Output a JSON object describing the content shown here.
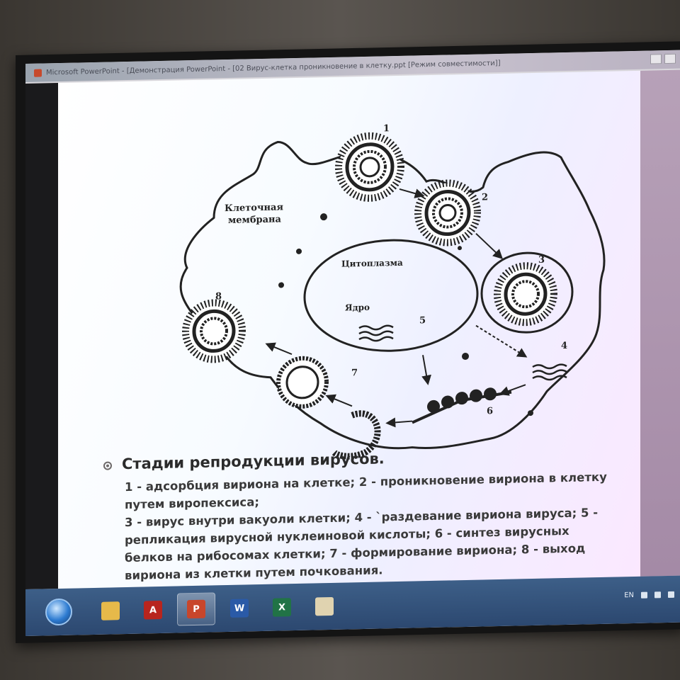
{
  "window": {
    "title": "Microsoft PowerPoint - [Демонстрация PowerPoint - [02 Вирус-клетка проникновение в клетку.ppt [Режим совместимости]]"
  },
  "diagram": {
    "labels": {
      "membrane": [
        "Клеточная",
        "мембрана"
      ],
      "cytoplasm": "Цитоплазма",
      "nucleus": "Ядро"
    },
    "stage_numbers": [
      "1",
      "2",
      "3",
      "4",
      "5",
      "6",
      "7",
      "8"
    ]
  },
  "slide": {
    "heading": "Стадии репродукции вирусов.",
    "lines": [
      "1 - адсорбция вириона на клетке; 2 - проникновение вириона в клетку",
      "путем виропексиса;",
      "3 - вирус внутри вакуоли клетки; 4 - `раздевание вириона вируса; 5 -",
      "репликация вирусной нуклеиновой кислоты; 6 - синтез вирусных",
      "белков на рибосомах клетки; 7 - формирование вириона; 8 - выход",
      "вириона из клетки путем почкования."
    ]
  },
  "taskbar": {
    "items": [
      {
        "icon": "windows-start-icon"
      },
      {
        "icon": "file-explorer-icon"
      },
      {
        "icon": "acrobat-icon",
        "glyph": "A"
      },
      {
        "icon": "powerpoint-icon",
        "glyph": "P",
        "active": true
      },
      {
        "icon": "word-icon",
        "glyph": "W"
      },
      {
        "icon": "excel-icon",
        "glyph": "X"
      },
      {
        "icon": "paint-icon"
      }
    ],
    "language": "EN"
  },
  "colors": {
    "taskbar": "#2c4870",
    "slide_gradient_end": "#fbe8ff",
    "text": "#3a3a3a"
  }
}
